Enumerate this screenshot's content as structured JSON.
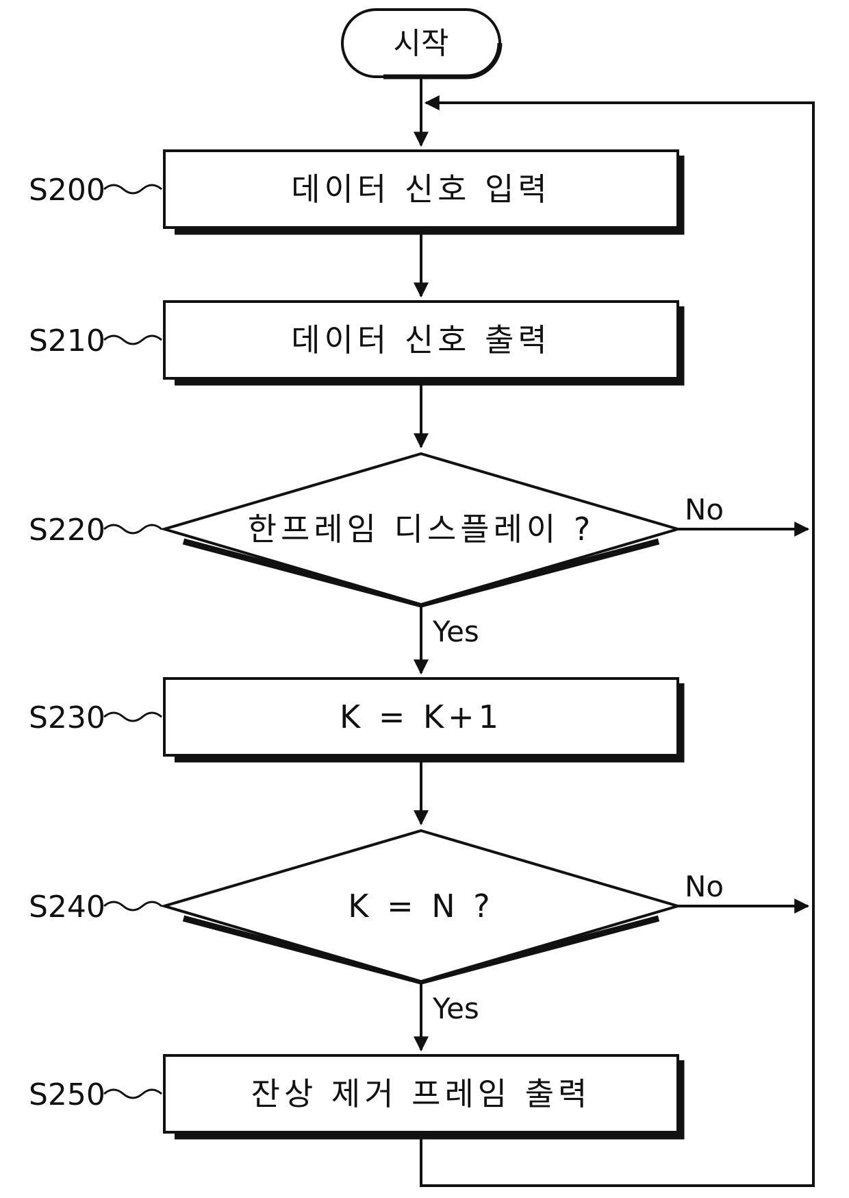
{
  "start": {
    "label": "시작"
  },
  "steps": [
    {
      "id": "S200",
      "text": "데이터 신호 입력"
    },
    {
      "id": "S210",
      "text": "데이터 신호 출력"
    },
    {
      "id": "S220",
      "text": "한프레임 디스플레이 ?"
    },
    {
      "id": "S230",
      "text": "K = K+1"
    },
    {
      "id": "S240",
      "text": "K = N ?"
    },
    {
      "id": "S250",
      "text": "잔상 제거 프레임 출력"
    }
  ],
  "branches": {
    "s220_yes": "Yes",
    "s220_no": "No",
    "s240_yes": "Yes",
    "s240_no": "No"
  }
}
